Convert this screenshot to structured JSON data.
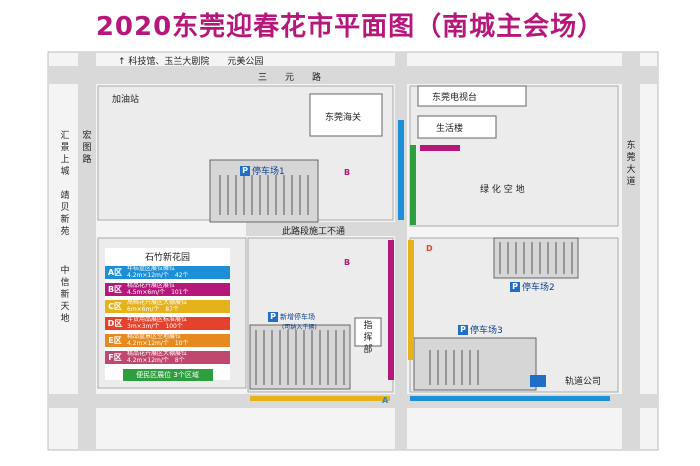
{
  "title": "2020东莞迎春花市平面图（南城主会场）",
  "top_note": "↑ 科技馆、玉兰大剧院　　元美公园",
  "roads": {
    "sanyuan": "三　　元　　路",
    "huijing": "汇景上城",
    "jingbei": "靖贝新苑",
    "zhongxin": "中信新天地",
    "hongtu": "宏　图　路",
    "dongguan_dadao": "东　莞　大　道",
    "closed": "此路段施工不通"
  },
  "places": {
    "gas_station": "加油站",
    "customs": "东莞海关",
    "tv_station": "东莞电视台",
    "life_building": "生活楼",
    "green_space": "绿 化 空 地",
    "metro_company": "轨道公司",
    "command": "指挥部",
    "shizhu": "石竹新花园"
  },
  "parking": {
    "p1": "停车场1",
    "p2": "停车场2",
    "p3": "停车场3",
    "new_lot_line1": "新增停车场",
    "new_lot_line2": "(可纳入千辆)"
  },
  "legend": {
    "title": "石竹新花园",
    "rows": [
      {
        "zone": "A区",
        "text1": "年桔盆区展位摊位",
        "text2": "4.2m×12m/个　42个",
        "color": "#1d8fd6"
      },
      {
        "zone": "B区",
        "text1": "精品花卉展区展位",
        "text2": "4.5m×6m/个　101个",
        "color": "#b5177a"
      },
      {
        "zone": "C区",
        "text1": "高档花卉展区大棚展位",
        "text2": "6m×6m/个　87个",
        "color": "#e5b21c"
      },
      {
        "zone": "D区",
        "text1": "年货用品展区标准展位",
        "text2": "3m×3m/个　100个",
        "color": "#e4422a"
      },
      {
        "zone": "E区",
        "text1": "精品盆景区空地展位",
        "text2": "4.2m×12m/个　10个",
        "color": "#e68a1f"
      },
      {
        "zone": "F区",
        "text1": "精品花卉展区大棚展位",
        "text2": "4.2m×12m/个　8个",
        "color": "#c0476d"
      }
    ],
    "footer": "便民区展位 3个区域"
  },
  "zone_badges": {
    "a": "A",
    "b": "B",
    "d": "D"
  },
  "colors": {
    "title": "#b5177a",
    "road": "#d9d9d9",
    "block": "#e8e8e8",
    "parking_blue": "#1f6fc9"
  }
}
